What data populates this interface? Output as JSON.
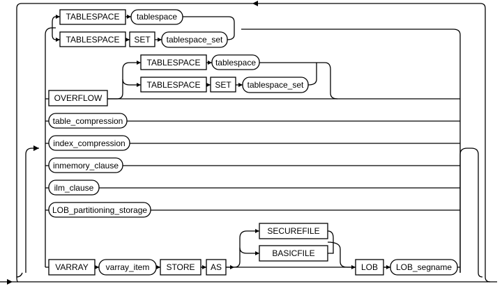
{
  "diagram": {
    "keywords": {
      "tablespace_1": "TABLESPACE",
      "tablespace_2": "TABLESPACE",
      "set_1": "SET",
      "overflow": "OVERFLOW",
      "tablespace_3": "TABLESPACE",
      "tablespace_4": "TABLESPACE",
      "set_2": "SET",
      "varray": "VARRAY",
      "store": "STORE",
      "as": "AS",
      "securefile": "SECUREFILE",
      "basicfile": "BASICFILE",
      "lob": "LOB"
    },
    "nonterminals": {
      "tablespace_1": "tablespace",
      "tablespace_set_1": "tablespace_set",
      "tablespace_2": "tablespace",
      "tablespace_set_2": "tablespace_set",
      "table_compression": "table_compression",
      "index_compression": "index_compression",
      "inmemory_clause": "inmemory_clause",
      "ilm_clause": "ilm_clause",
      "lob_partitioning_storage": "LOB_partitioning_storage",
      "varray_item": "varray_item",
      "lob_segname": "LOB_segname"
    }
  }
}
